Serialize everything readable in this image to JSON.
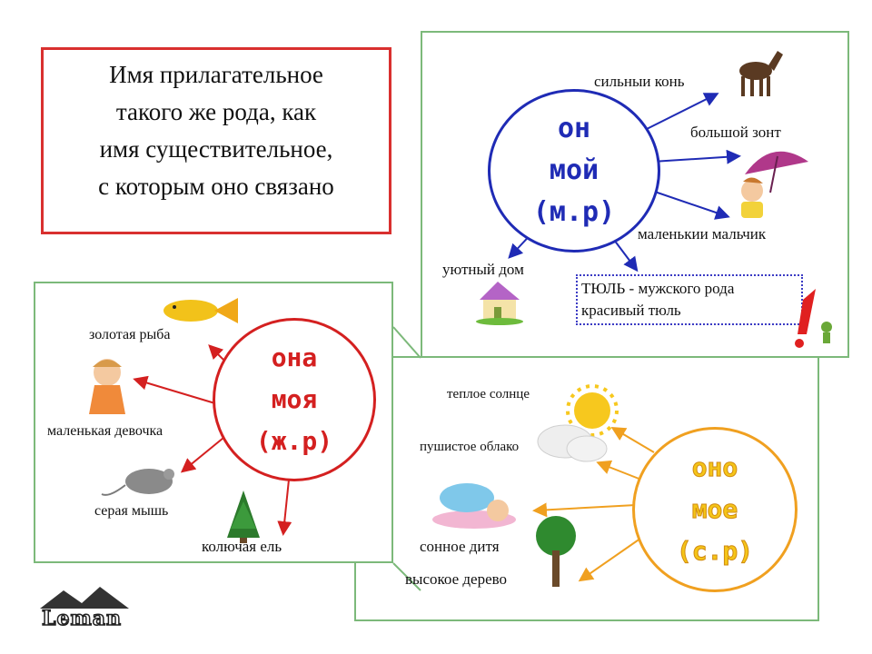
{
  "rule": {
    "line1": "Имя прилагательное",
    "line2": "такого же рода, как",
    "line3": "имя   существительное,",
    "line4": "с которым оно связано"
  },
  "masculine": {
    "pronoun1": "он",
    "pronoun2": "мой",
    "gender": "(м.р)",
    "color": "#1f2bb5",
    "examples": [
      "сильныи конь",
      "большой зонт",
      "маленькии мальчик",
      "уютный дом"
    ],
    "note_line1": "ТЮЛЬ - мужского рода",
    "note_line2": "красивый тюль"
  },
  "feminine": {
    "pronoun1": "она",
    "pronoun2": "моя",
    "gender": "(ж.р)",
    "color": "#d42020",
    "examples": [
      "золотая рыба",
      "маленькая девочка",
      "серая мышь",
      "колючая ель"
    ]
  },
  "neuter": {
    "pronoun1": "оно",
    "pronoun2": "мое",
    "gender": "(с.р)",
    "color": "#f0a020",
    "examples": [
      "теплое солнце",
      "пушистое облако",
      "сонное дитя",
      "высокое дерево"
    ]
  },
  "logo": "Leman"
}
